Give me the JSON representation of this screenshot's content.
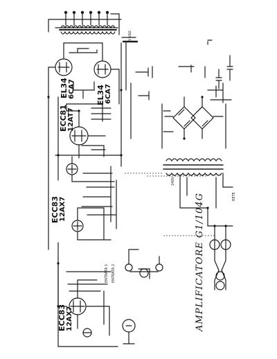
{
  "title": "AMPLIFICATORE G1/104G",
  "tubes": {
    "power_left_type": "EL34",
    "power_left_alt": "6CA7",
    "power_right_type": "EL34",
    "power_right_alt": "6CA7",
    "driver_type": "ECC81",
    "driver_alt": "12AT7",
    "mid_type": "ECC83",
    "mid_alt": "12AX7",
    "input_type": "ECC83",
    "input_alt": "12AX7"
  },
  "labels": {
    "speaker": "N 16Ω",
    "supply_voltage": "240V",
    "mains": "RETE",
    "input_1": "ENTRATA 1",
    "input_2": "ENTRATA 2"
  }
}
